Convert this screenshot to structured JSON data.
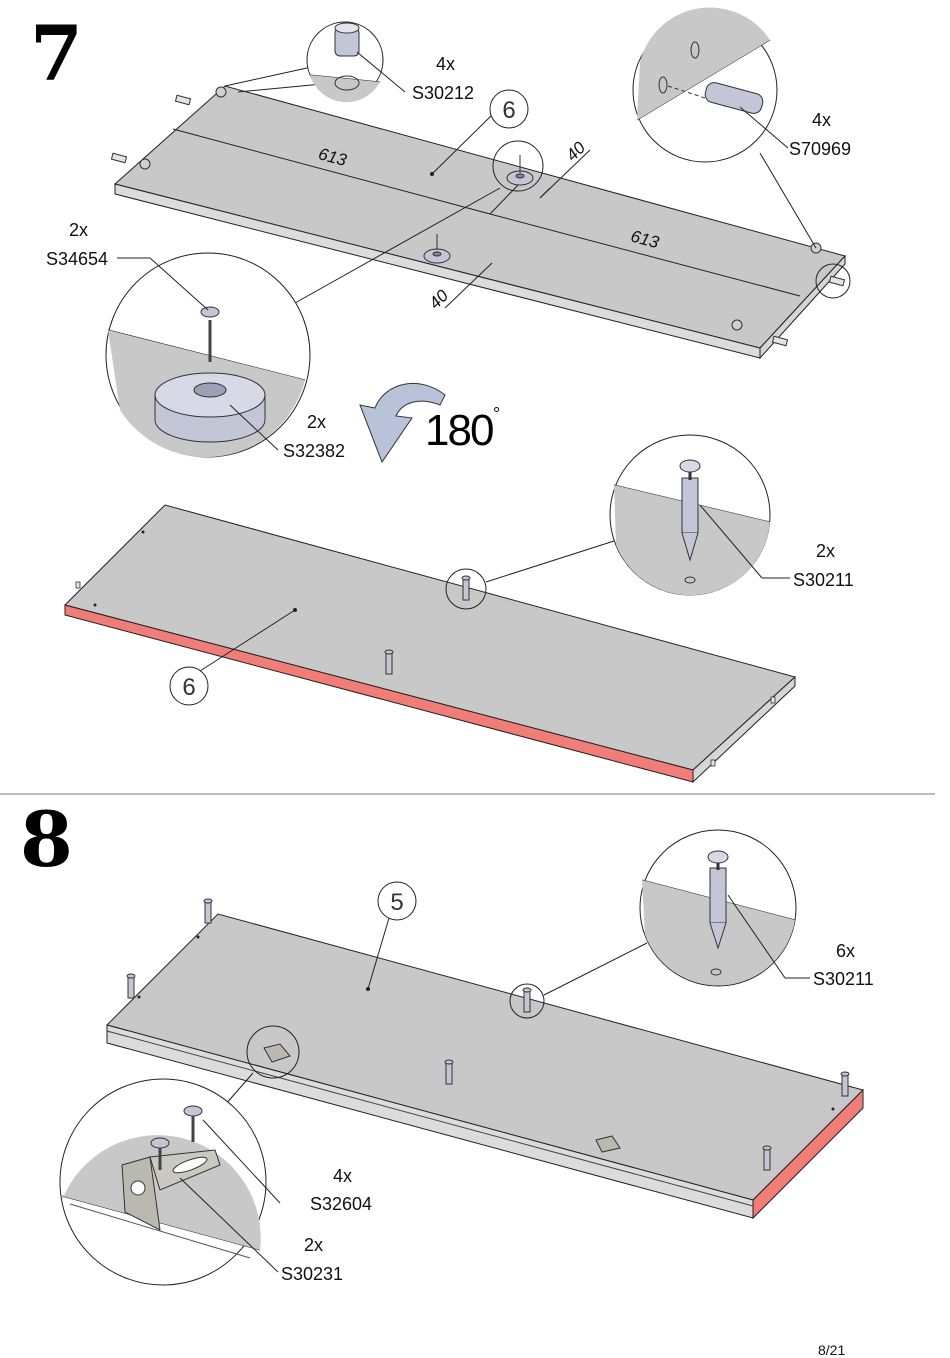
{
  "steps": [
    {
      "number": "7",
      "callout_label": "6",
      "callout_label_2": "6",
      "dimensions": {
        "length_a": "613",
        "length_b": "613",
        "offset_a": "40",
        "offset_b": "40"
      },
      "rotation": {
        "value": "180",
        "unit": "°"
      },
      "parts": [
        {
          "qty": "4x",
          "code": "S30212"
        },
        {
          "qty": "4x",
          "code": "S70969"
        },
        {
          "qty": "2x",
          "code": "S34654"
        },
        {
          "qty": "2x",
          "code": "S32382"
        },
        {
          "qty": "2x",
          "code": "S30211"
        }
      ]
    },
    {
      "number": "8",
      "callout_label": "5",
      "parts": [
        {
          "qty": "6x",
          "code": "S30211"
        },
        {
          "qty": "4x",
          "code": "S32604"
        },
        {
          "qty": "2x",
          "code": "S30231"
        }
      ]
    }
  ],
  "page_number": "8/21",
  "colors": {
    "panel": "#c8c8c8",
    "panel_edge": "#dcdcdc",
    "highlight_edge": "#f07d78",
    "arrow": "#b8c2d8",
    "cam": "#c3c6d6"
  }
}
